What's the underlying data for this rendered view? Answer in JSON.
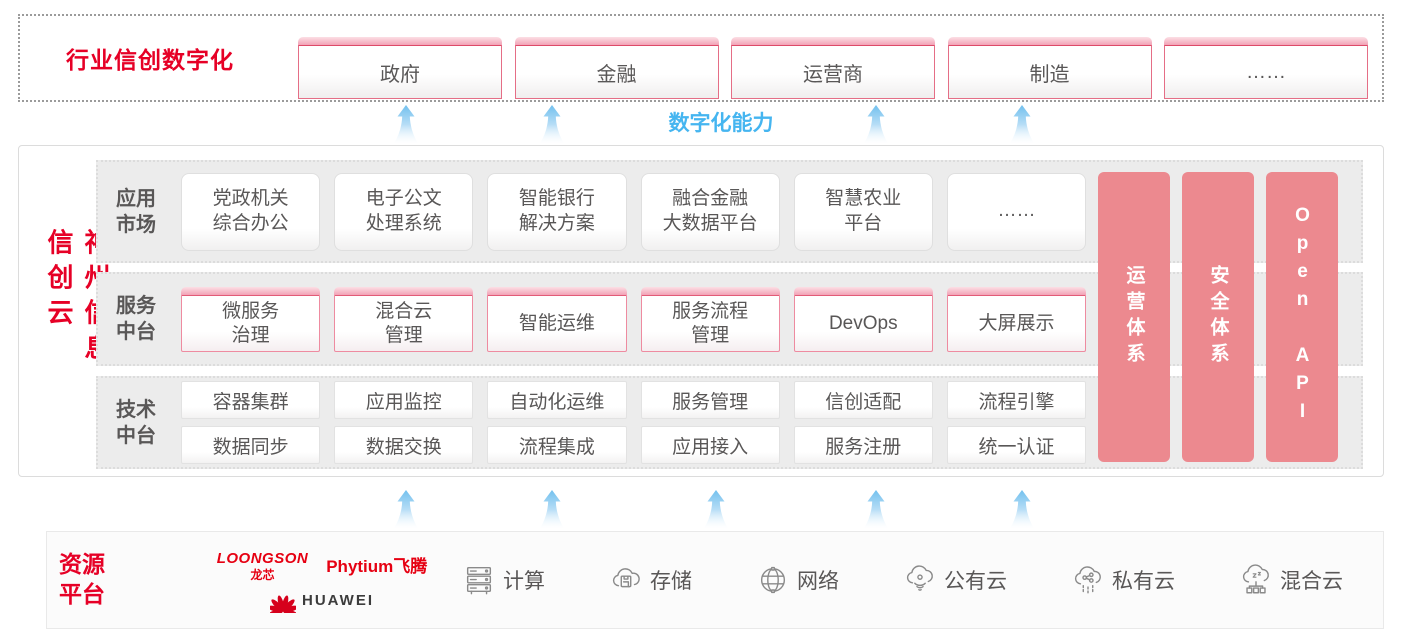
{
  "colors": {
    "accent_red": "#e60026",
    "capability_blue": "#45b5f0",
    "pillar_pink": "#ec898f",
    "text_gray": "#595757",
    "logo_red": "#e60012"
  },
  "top": {
    "title": "行业信创数字化",
    "items": [
      "政府",
      "金融",
      "运营商",
      "制造",
      "……"
    ]
  },
  "capability": {
    "label": "数字化能力"
  },
  "main": {
    "vertical_title": "神州信息信创云",
    "rows": [
      {
        "label": "应用\n市场",
        "items": [
          "党政机关\n综合办公",
          "电子公文\n处理系统",
          "智能银行\n解决方案",
          "融合金融\n大数据平台",
          "智慧农业\n平台",
          "……"
        ]
      },
      {
        "label": "服务\n中台",
        "items": [
          "微服务\n治理",
          "混合云\n管理",
          "智能运维",
          "服务流程\n管理",
          "DevOps",
          "大屏展示"
        ]
      },
      {
        "label": "技术\n中台",
        "items_row1": [
          "容器集群",
          "应用监控",
          "自动化运维",
          "服务管理",
          "信创适配",
          "流程引擎"
        ],
        "items_row2": [
          "数据同步",
          "数据交换",
          "流程集成",
          "应用接入",
          "服务注册",
          "统一认证"
        ]
      }
    ],
    "pillars": [
      "运营体系",
      "安全体系",
      "Open API"
    ]
  },
  "bottom": {
    "label": "资源\n平台",
    "logos": {
      "loongson": "LOONGSON",
      "loongson_cn": "龙芯",
      "phytium": "Phytium飞腾",
      "huawei": "HUAWEI"
    },
    "resources": [
      {
        "icon": "server-icon",
        "label": "计算"
      },
      {
        "icon": "storage-icon",
        "label": "存储"
      },
      {
        "icon": "network-icon",
        "label": "网络"
      },
      {
        "icon": "public-cloud-icon",
        "label": "公有云"
      },
      {
        "icon": "private-cloud-icon",
        "label": "私有云"
      },
      {
        "icon": "hybrid-cloud-icon",
        "label": "混合云"
      }
    ]
  }
}
